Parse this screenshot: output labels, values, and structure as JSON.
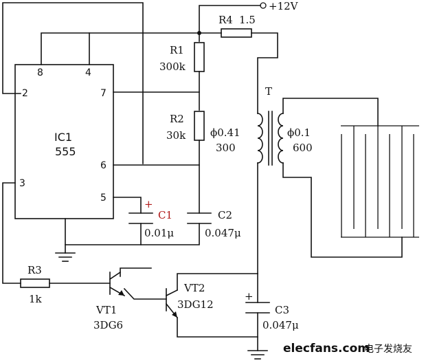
{
  "supply": {
    "label": "+12V"
  },
  "ic": {
    "name_line1": "IC1",
    "name_line2": "555",
    "pins": {
      "p8": "8",
      "p4": "4",
      "p2": "2",
      "p7": "7",
      "p6": "6",
      "p3": "3",
      "p5": "5"
    }
  },
  "resistors": {
    "r1": {
      "name": "R1",
      "value": "300k"
    },
    "r2": {
      "name": "R2",
      "value": "30k"
    },
    "r3": {
      "name": "R3",
      "value": "1k"
    },
    "r4": {
      "name": "R4",
      "value": "1.5"
    }
  },
  "capacitors": {
    "c1": {
      "name": "C1",
      "value": "0.01μ",
      "polarity": "+"
    },
    "c2": {
      "name": "C2",
      "value": "0.047μ"
    },
    "c3": {
      "name": "C3",
      "value": "0.047μ",
      "polarity": "+"
    }
  },
  "transformer": {
    "name": "T",
    "primary_wire": "ϕ0.41",
    "primary_turns": "300",
    "secondary_wire": "ϕ0.1",
    "secondary_turns": "600"
  },
  "transistors": {
    "vt1": {
      "name": "VT1",
      "type": "3DG6"
    },
    "vt2": {
      "name": "VT2",
      "type": "3DG12"
    }
  },
  "watermark": {
    "site": "elecfans.com",
    "cn": "电子发烧友"
  },
  "colors": {
    "c1_label": "#b01818",
    "wire": "#111111"
  }
}
